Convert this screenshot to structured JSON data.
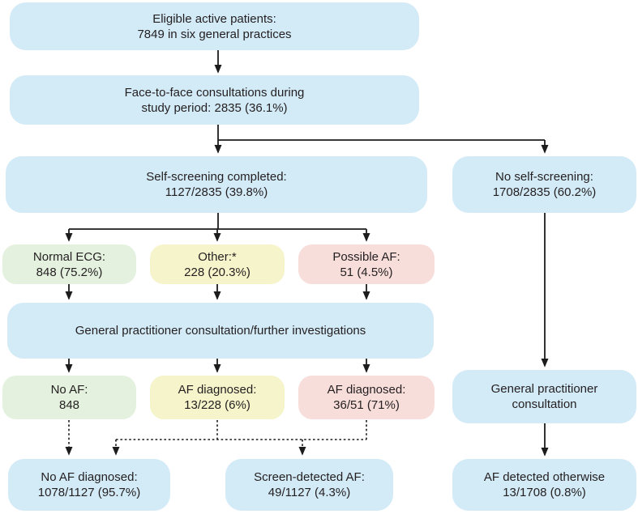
{
  "figure": {
    "type": "flowchart",
    "description": "Patient flow for self-screening of atrial fibrillation in six general practices",
    "palette": {
      "box_blue": "#d3eaf7",
      "box_green": "#e4f1df",
      "box_yellow": "#f5f4cb",
      "box_pink": "#f8dedb",
      "line_color": "#1c1c1c",
      "text_color": "#231f20",
      "background": "#ffffff"
    },
    "nodes": {
      "eligible": {
        "line1": "Eligible active patients:",
        "line2": "7849 in six general practices"
      },
      "face_to_face": {
        "line1": "Face-to-face consultations during",
        "line2": "study period: 2835 (36.1%)"
      },
      "self_screening": {
        "line1": "Self-screening completed:",
        "line2": "1127/2835 (39.8%)"
      },
      "no_self_screening": {
        "line1": "No self-screening:",
        "line2": "1708/2835 (60.2%)"
      },
      "normal_ecg": {
        "line1": "Normal ECG:",
        "line2": "848 (75.2%)"
      },
      "other": {
        "line1": "Other:*",
        "line2": "228 (20.3%)"
      },
      "possible_af": {
        "line1": "Possible AF:",
        "line2": "51 (4.5%)"
      },
      "gp_investigations": {
        "line1": "General practitioner consultation/further investigations"
      },
      "no_af": {
        "line1": "No AF:",
        "line2": "848"
      },
      "af_diagnosed_other": {
        "line1": "AF diagnosed:",
        "line2": "13/228 (6%)"
      },
      "af_diagnosed_possible": {
        "line1": "AF diagnosed:",
        "line2": "36/51 (71%)"
      },
      "gp_consultation": {
        "line1": "General practitioner",
        "line2": "consultation"
      },
      "no_af_diagnosed": {
        "line1": "No AF diagnosed:",
        "line2": "1078/1127 (95.7%)"
      },
      "screen_detected_af": {
        "line1": "Screen-detected AF:",
        "line2": "49/1127 (4.3%)"
      },
      "af_detected_otherwise": {
        "line1": "AF detected otherwise",
        "line2": "13/1708 (0.8%)"
      }
    },
    "edges": [
      {
        "from": "eligible",
        "to": "face_to_face",
        "style": "solid"
      },
      {
        "from": "face_to_face",
        "to": "self_screening",
        "style": "solid"
      },
      {
        "from": "face_to_face",
        "to": "no_self_screening",
        "style": "solid"
      },
      {
        "from": "self_screening",
        "to": "normal_ecg",
        "style": "solid"
      },
      {
        "from": "self_screening",
        "to": "other",
        "style": "solid"
      },
      {
        "from": "self_screening",
        "to": "possible_af",
        "style": "solid"
      },
      {
        "from": "normal_ecg",
        "to": "gp_investigations",
        "style": "solid"
      },
      {
        "from": "other",
        "to": "gp_investigations",
        "style": "solid"
      },
      {
        "from": "possible_af",
        "to": "gp_investigations",
        "style": "solid"
      },
      {
        "from": "gp_investigations",
        "to": "no_af",
        "style": "solid"
      },
      {
        "from": "gp_investigations",
        "to": "af_diagnosed_other",
        "style": "solid"
      },
      {
        "from": "gp_investigations",
        "to": "af_diagnosed_possible",
        "style": "solid"
      },
      {
        "from": "no_self_screening",
        "to": "gp_consultation",
        "style": "solid"
      },
      {
        "from": "gp_consultation",
        "to": "af_detected_otherwise",
        "style": "solid"
      },
      {
        "from": "no_af",
        "to": "no_af_diagnosed",
        "style": "dashed"
      },
      {
        "from": "af_diagnosed_other",
        "to": "no_af_diagnosed",
        "style": "dashed"
      },
      {
        "from": "af_diagnosed_other",
        "to": "screen_detected_af",
        "style": "dashed"
      },
      {
        "from": "af_diagnosed_possible",
        "to": "screen_detected_af",
        "style": "dashed"
      },
      {
        "from": "af_diagnosed_possible",
        "to": "no_af_diagnosed",
        "style": "dashed"
      }
    ]
  }
}
